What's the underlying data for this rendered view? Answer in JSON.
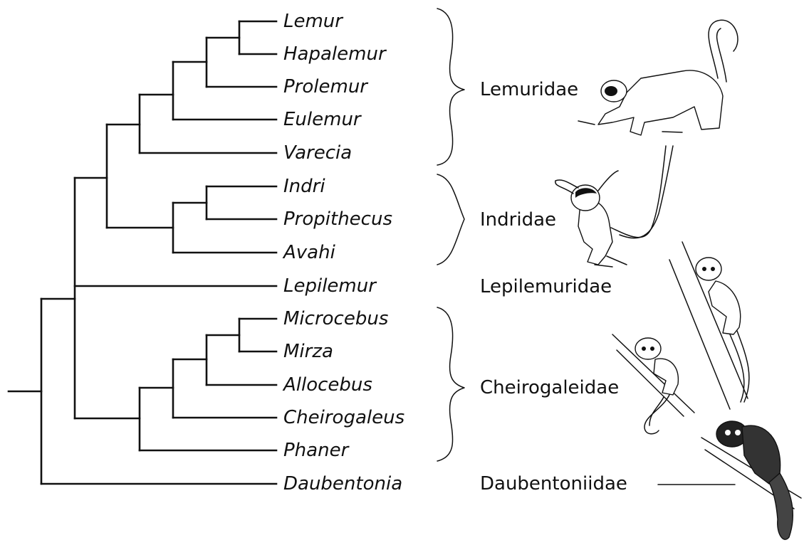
{
  "taxa": [
    "Lemur",
    "Hapalemur",
    "Prolemur",
    "Eulemur",
    "Varecia",
    "Indri",
    "Propithecus",
    "Avahi",
    "Lepilemur",
    "Microcebus",
    "Mirza",
    "Allocebus",
    "Cheirogaleus",
    "Phaner",
    "Daubentonia"
  ],
  "families": {
    "lemuridae": "Lemuridae",
    "indridae": "Indridae",
    "lepilemuridae": "Lepilemuridae",
    "cheirogaleidae": "Cheirogaleidae",
    "daubentoniidae": "Daubentoniidae"
  },
  "illustrations": [
    "ring-tailed-lemur-drawing",
    "sifaka-drawing",
    "sportive-lemur-drawing",
    "mouse-lemur-drawing",
    "aye-aye-drawing"
  ],
  "colors": {
    "ink": "#111111",
    "background": "#ffffff"
  }
}
